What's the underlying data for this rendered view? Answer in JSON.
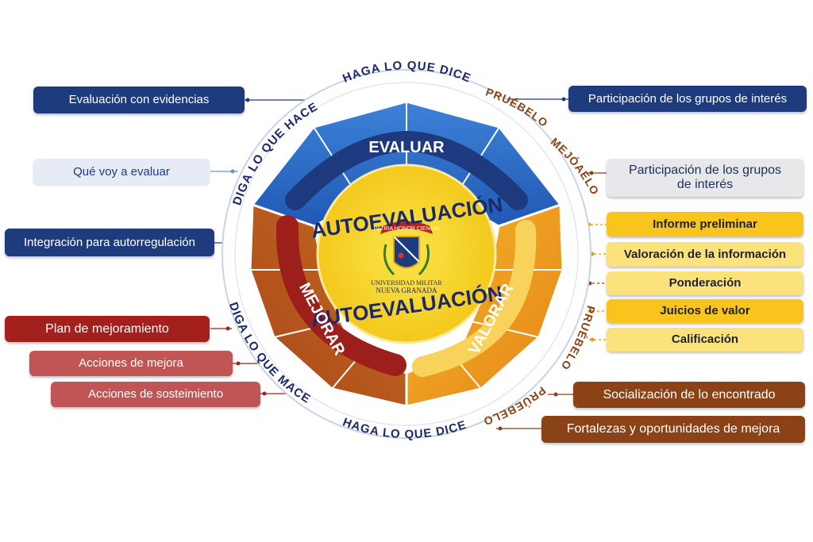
{
  "center": {
    "title_top": "AUTOEVALUACIÓN",
    "title_bottom": "AUTOEVALUACIÓN",
    "seal": {
      "ribbon_text": "PATRIA HONOR CIENCIA",
      "name_line1": "UNIVERSIDAD MILITAR",
      "name_line2": "NUEVA GRANADA"
    }
  },
  "segments": {
    "top": "EVALUAR",
    "left": "MEJORAR",
    "right": "VALORAR"
  },
  "ring_labels": {
    "top": "HAGA LO QUE DICE",
    "upper_left": "DIGA LO QUE HACE",
    "lower_left": "DIGA LO QUE MACE",
    "bottom": "HAGA LO QUE DICE",
    "upper_right_a": "PRUÉBELO",
    "upper_right_b": "MEJÓAELO",
    "lower_right_a": "PRUÉBELO",
    "lower_right_b": "PRÚEBELO"
  },
  "left_boxes": {
    "evaluacion": "Evaluación con evidencias",
    "que_voy": "Qué voy a evaluar",
    "integracion": "Integración para autorregulación",
    "plan": "Plan de mejoramiento",
    "acciones_mejora": "Acciones de mejora",
    "acciones_sostenimiento": "Acciones de sosteimiento"
  },
  "right_boxes": {
    "participacion_1": "Participación de los grupos de interés",
    "participacion_2_line1": "Participación de los grupos",
    "participacion_2_line2": "de interés",
    "informe": "Informe preliminar",
    "valoracion": "Valoración de la información",
    "ponderacion": "Ponderación",
    "juicios": "Juicios de valor",
    "calificacion": "Calificación",
    "socializacion": "Socialización de lo encontrado",
    "fortalezas": "Fortalezas y oportunidades de mejora"
  },
  "colors": {
    "navy": "#1e3b7d",
    "blue_segment": "#2f6cc6",
    "orange_segment": "#e8951c",
    "brown_segment": "#b4541a",
    "center_yellow": "#f7d931",
    "red": "#a3201c",
    "brown_text": "#8b4216"
  }
}
